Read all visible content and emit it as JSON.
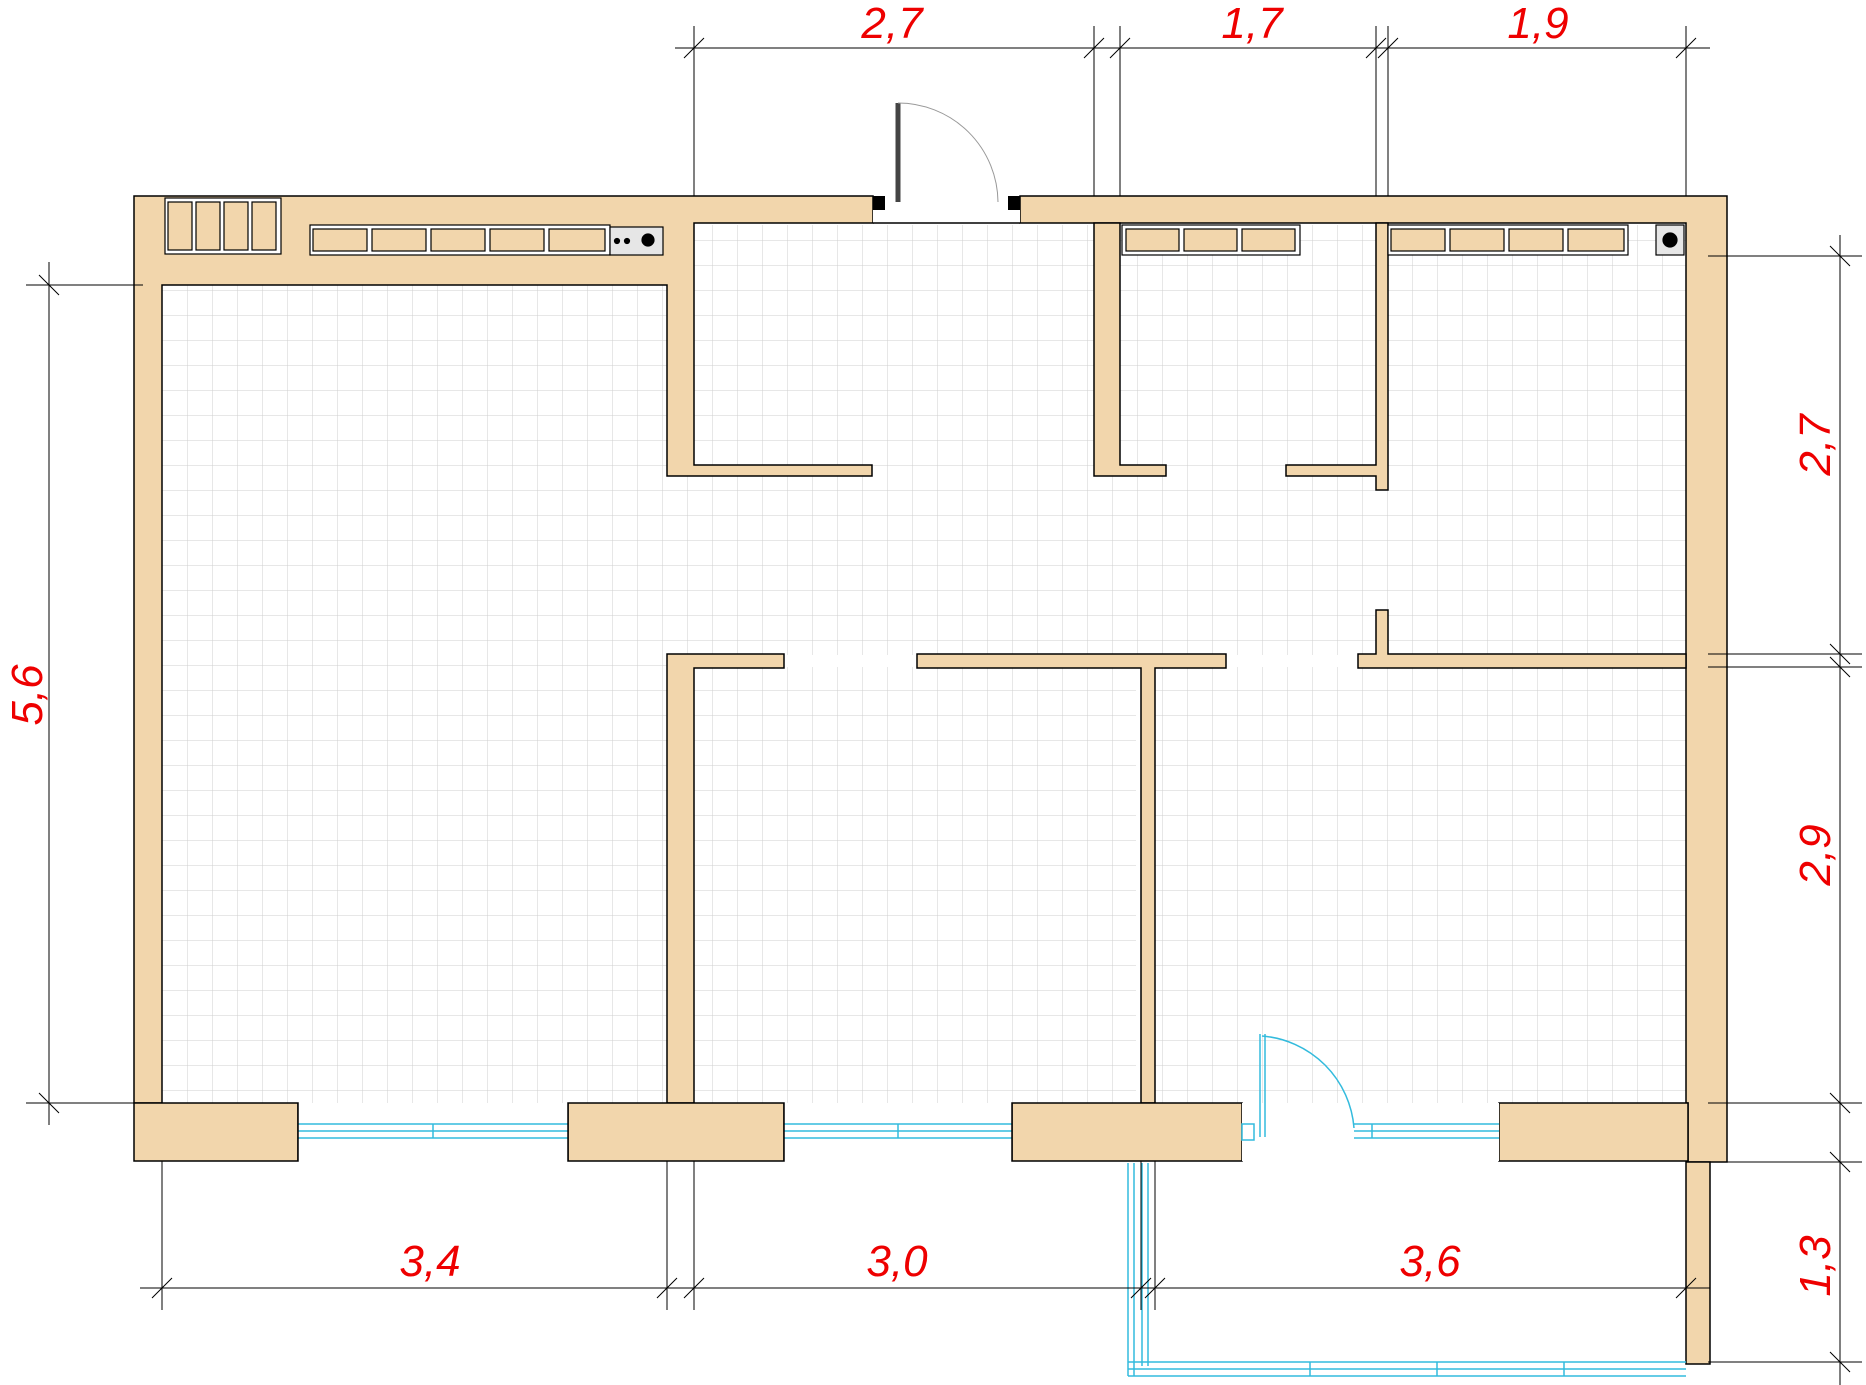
{
  "colors": {
    "wall": "#f2d6ac",
    "wall_stroke": "#000000",
    "grid": "#cfcfcf",
    "dimension_line": "#000000",
    "dimension_text": "#ee0000",
    "window_frame": "#33bbdd",
    "door_arc": "#999999",
    "radiator_fill": "#f2d6ac",
    "appliance_fill": "#e6e6e6"
  },
  "dimensions": {
    "top": [
      "2,7",
      "1,7",
      "1,9"
    ],
    "bottom": [
      "3,4",
      "3,0",
      "3,6"
    ],
    "left": [
      "5,6"
    ],
    "right": [
      "2,7",
      "2,9",
      "1,3"
    ]
  }
}
